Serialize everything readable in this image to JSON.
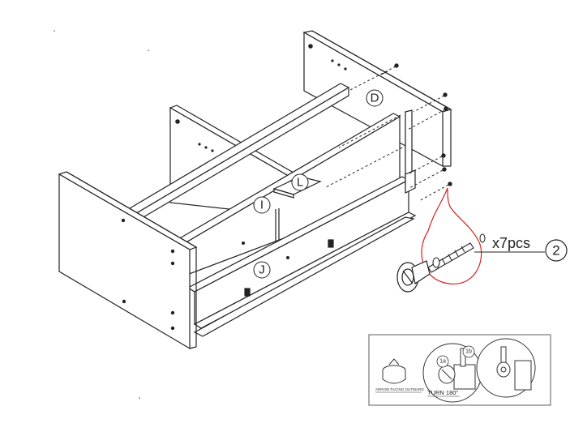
{
  "labels": {
    "part_d": "D",
    "part_l": "L",
    "part_i": "I",
    "part_j": "J",
    "step_number": "2",
    "quantity": "x7pcs"
  },
  "inset": {
    "label_1a": "1a",
    "label_1b": "1b",
    "caption_arrow": "ARROW FACING OUTWARD",
    "caption_turn": "TURN 180°"
  },
  "colors": {
    "line": "#222222",
    "callout": "#d22222",
    "panel_fill": "#ffffff",
    "inset_border": "#777777"
  },
  "icons": [
    "screw-icon",
    "cam-lock-icon",
    "washer-icon"
  ]
}
